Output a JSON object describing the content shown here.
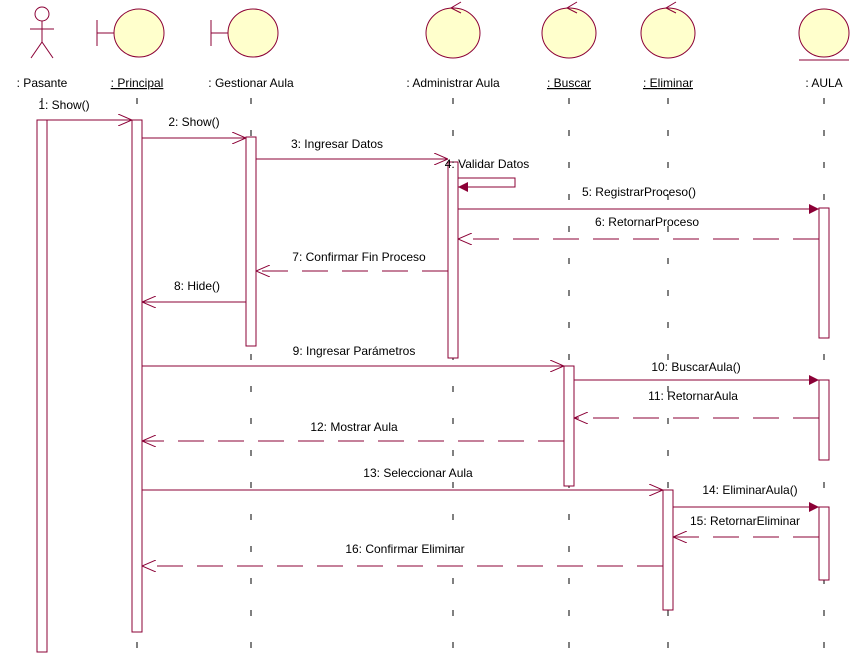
{
  "colors": {
    "line": "#8b0036",
    "fill": "#ffffcc",
    "text": "#000000",
    "background": "#ffffff"
  },
  "participants": [
    {
      "id": "pasante",
      "label": ": Pasante",
      "kind": "actor",
      "underlined": false,
      "icon": "actor-icon"
    },
    {
      "id": "principal",
      "label": ": Principal",
      "kind": "boundary",
      "underlined": true,
      "icon": "boundary-icon"
    },
    {
      "id": "gestionar",
      "label": ": Gestionar Aula",
      "kind": "boundary",
      "underlined": false,
      "icon": "boundary-icon"
    },
    {
      "id": "administrar",
      "label": ": Administrar Aula",
      "kind": "control",
      "underlined": false,
      "icon": "control-icon"
    },
    {
      "id": "buscar",
      "label": ": Buscar",
      "kind": "control",
      "underlined": true,
      "icon": "control-icon"
    },
    {
      "id": "eliminar",
      "label": ": Eliminar",
      "kind": "control",
      "underlined": true,
      "icon": "control-icon"
    },
    {
      "id": "aula",
      "label": ": AULA",
      "kind": "entity",
      "underlined": false,
      "icon": "entity-icon"
    }
  ],
  "messages": [
    {
      "label": "1: Show()",
      "from": "pasante",
      "to": "principal",
      "type": "call"
    },
    {
      "label": "2: Show()",
      "from": "principal",
      "to": "gestionar",
      "type": "call"
    },
    {
      "label": "3: Ingresar Datos",
      "from": "gestionar",
      "to": "administrar",
      "type": "call"
    },
    {
      "label": "4: Validar Datos",
      "from": "administrar",
      "to": "administrar",
      "type": "self"
    },
    {
      "label": "5: RegistrarProceso()",
      "from": "administrar",
      "to": "aula",
      "type": "call"
    },
    {
      "label": "6: RetornarProceso",
      "from": "aula",
      "to": "administrar",
      "type": "return"
    },
    {
      "label": "7: Confirmar Fin Proceso",
      "from": "administrar",
      "to": "gestionar",
      "type": "return"
    },
    {
      "label": "8: Hide()",
      "from": "gestionar",
      "to": "principal",
      "type": "call"
    },
    {
      "label": "9: Ingresar Parámetros",
      "from": "principal",
      "to": "buscar",
      "type": "call"
    },
    {
      "label": "10: BuscarAula()",
      "from": "buscar",
      "to": "aula",
      "type": "call"
    },
    {
      "label": "11: RetornarAula",
      "from": "aula",
      "to": "buscar",
      "type": "return"
    },
    {
      "label": "12: Mostrar Aula",
      "from": "buscar",
      "to": "principal",
      "type": "return"
    },
    {
      "label": "13: Seleccionar Aula",
      "from": "principal",
      "to": "eliminar",
      "type": "call"
    },
    {
      "label": "14: EliminarAula()",
      "from": "eliminar",
      "to": "aula",
      "type": "call"
    },
    {
      "label": "15: RetornarEliminar",
      "from": "aula",
      "to": "eliminar",
      "type": "return"
    },
    {
      "label": "16: Confirmar Eliminar",
      "from": "eliminar",
      "to": "principal",
      "type": "return"
    }
  ]
}
